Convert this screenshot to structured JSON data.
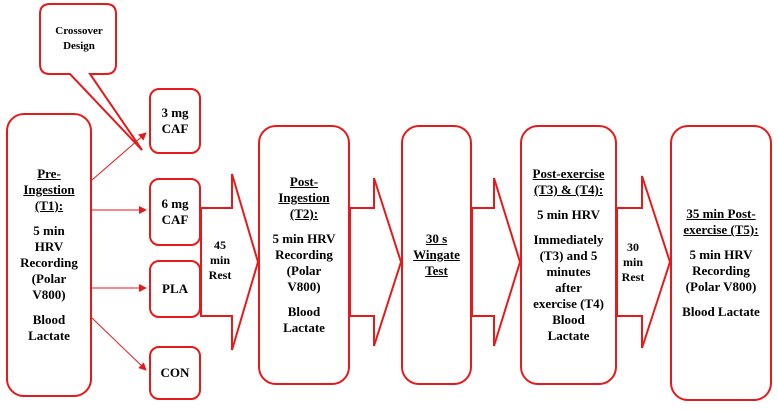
{
  "colors": {
    "stroke": "#e51b1b",
    "text": "#000000"
  },
  "callout": {
    "line1": "Crossover",
    "line2": "Design"
  },
  "pre": {
    "title1": "Pre-",
    "title2": "Ingestion",
    "title3": "(T1):",
    "lines": [
      "5 min",
      "HRV",
      "Recording",
      "(Polar",
      "V800)"
    ],
    "blood1": "Blood",
    "blood2": "Lactate"
  },
  "conditions": {
    "caf3": [
      "3 mg",
      "CAF"
    ],
    "caf6": [
      "6 mg",
      "CAF"
    ],
    "pla": "PLA",
    "con": "CON"
  },
  "rest45": [
    "45",
    "min",
    "Rest"
  ],
  "post_ing": {
    "title1": "Post-",
    "title2": "Ingestion",
    "title3": "(T2):",
    "lines": [
      "5 min HRV",
      "Recording",
      "(Polar",
      "V800)"
    ],
    "blood1": "Blood",
    "blood2": "Lactate"
  },
  "wingate": [
    "30 s",
    "Wingate",
    "Test"
  ],
  "post_ex": {
    "title1": "Post-exercise",
    "title2": "(T3) & (T4):",
    "hrv": "5 min HRV",
    "lines": [
      "Immediately",
      "(T3) and 5",
      "minutes",
      "after",
      "exercise (T4)",
      "Blood",
      "Lactate"
    ]
  },
  "rest30": [
    "30",
    "min",
    "Rest"
  ],
  "post35": {
    "title1": "35 min Post-",
    "title2": "exercise (T5):",
    "lines": [
      "5 min HRV",
      "Recording",
      "(Polar V800)"
    ],
    "blood": "Blood Lactate"
  }
}
